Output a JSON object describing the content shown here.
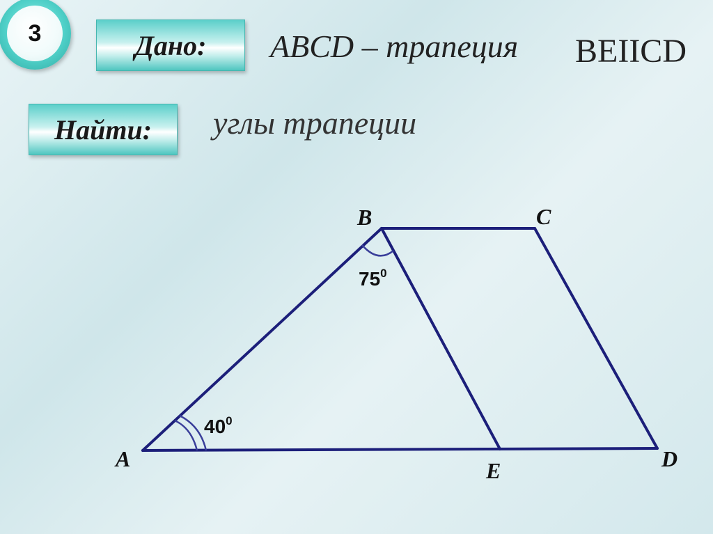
{
  "problem_number": "3",
  "given_label": "Дано:",
  "given_text": "ABCD – трапеция",
  "parallel_text": "BEIICD",
  "find_label": "Найти:",
  "find_text": "углы трапеции",
  "vertices": {
    "A": "A",
    "B": "B",
    "C": "C",
    "D": "D",
    "E": "E"
  },
  "angle_B": {
    "value": "75",
    "degree": "0"
  },
  "angle_A": {
    "value": "40",
    "degree": "0"
  },
  "colors": {
    "lines": "#1c1f7a",
    "badge": "#4fd0c8",
    "label_box": "#5ccfca"
  }
}
